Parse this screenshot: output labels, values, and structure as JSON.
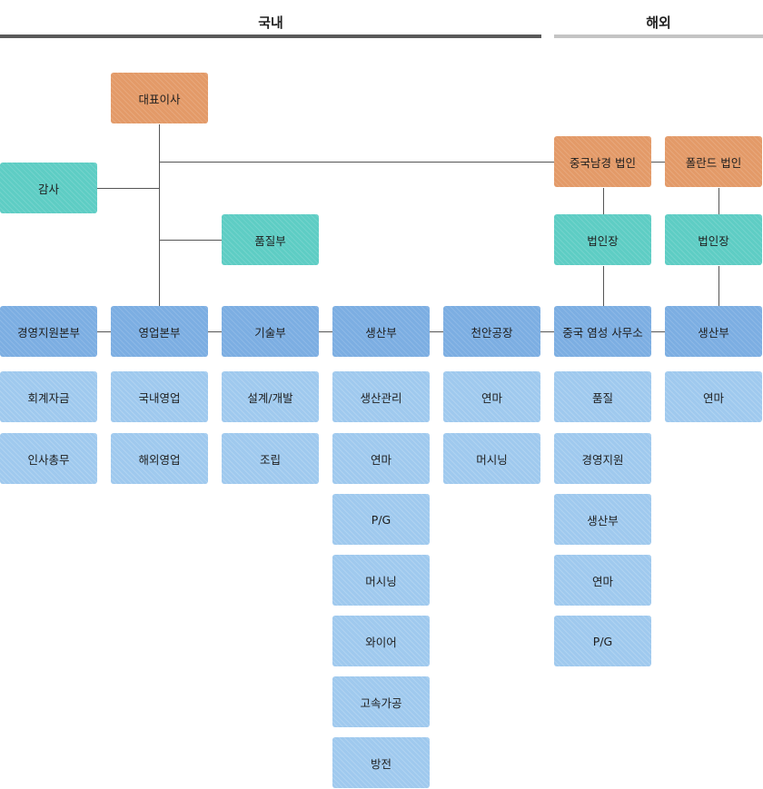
{
  "header": {
    "domestic": "국내",
    "overseas": "해외"
  },
  "nodes": {
    "ceo": "대표이사",
    "audit": "감사",
    "quality": "품질부",
    "china_corp": "중국남경 법인",
    "poland_corp": "폴란드 법인",
    "china_head": "법인장",
    "poland_head": "법인장",
    "management": "경영지원본부",
    "sales": "영업본부",
    "tech": "기술부",
    "production": "생산부",
    "cheonan": "천안공장",
    "china_office": "중국 염성 사무소",
    "poland_production": "생산부"
  },
  "sub": {
    "management": [
      "회계자금",
      "인사총무"
    ],
    "sales": [
      "국내영업",
      "해외영업"
    ],
    "tech": [
      "설계/개발",
      "조립"
    ],
    "production": [
      "생산관리",
      "연마",
      "P/G",
      "머시닝",
      "와이어",
      "고속가공",
      "방전"
    ],
    "cheonan": [
      "연마",
      "머시닝"
    ],
    "china_office": [
      "품질",
      "경영지원",
      "생산부",
      "연마",
      "P/G"
    ],
    "poland_production": [
      "연마"
    ]
  },
  "colors": {
    "executive": "#e39a68",
    "staff": "#5ecdc4",
    "division": "#7caee2",
    "team": "#9fc9ee",
    "domestic_bar": "#5a5a5a",
    "overseas_bar": "#c4c4c4"
  }
}
